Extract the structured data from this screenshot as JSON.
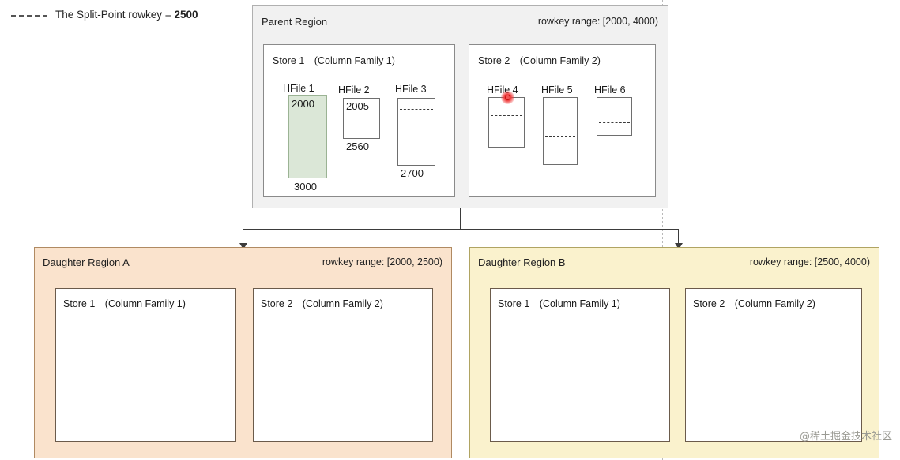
{
  "legend": {
    "text_prefix": "The Split-Point rowkey = ",
    "value": "2500",
    "line_style": "dashed"
  },
  "colors": {
    "parent_bg": "#f1f1f1",
    "daughter_a_bg": "#fae3cd",
    "daughter_b_bg": "#faf2cd",
    "hfile_highlight": "#dbe7d7",
    "cursor_marker": "#f03c3c",
    "line": "#3b3b3b"
  },
  "parent_region": {
    "title": "Parent Region",
    "rowkey_range": "rowkey range: [2000, 4000)",
    "stores": [
      {
        "title": "Store 1　(Column Family 1)",
        "hfiles": [
          {
            "label": "HFile 1",
            "top_value": "2000",
            "bottom_value": "3000",
            "highlighted": true
          },
          {
            "label": "HFile 2",
            "top_value": "2005",
            "bottom_value": "2560",
            "highlighted": false
          },
          {
            "label": "HFile 3",
            "top_value": "",
            "bottom_value": "2700",
            "highlighted": false
          }
        ]
      },
      {
        "title": "Store 2　(Column Family 2)",
        "hfiles": [
          {
            "label": "HFile 4",
            "top_value": "",
            "bottom_value": "",
            "highlighted": false
          },
          {
            "label": "HFile 5",
            "top_value": "",
            "bottom_value": "",
            "highlighted": false
          },
          {
            "label": "HFile 6",
            "top_value": "",
            "bottom_value": "",
            "highlighted": false
          }
        ]
      }
    ]
  },
  "daughter_a": {
    "title": "Daughter Region A",
    "rowkey_range": "rowkey range: [2000, 2500)",
    "stores": [
      {
        "title": "Store 1　(Column Family 1)"
      },
      {
        "title": "Store 2　(Column Family 2)"
      }
    ]
  },
  "daughter_b": {
    "title": "Daughter Region B",
    "rowkey_range": "rowkey range: [2500, 4000)",
    "stores": [
      {
        "title": "Store 1　(Column Family 1)"
      },
      {
        "title": "Store 2　(Column Family 2)"
      }
    ]
  },
  "watermark": "@稀土掘金技术社区"
}
